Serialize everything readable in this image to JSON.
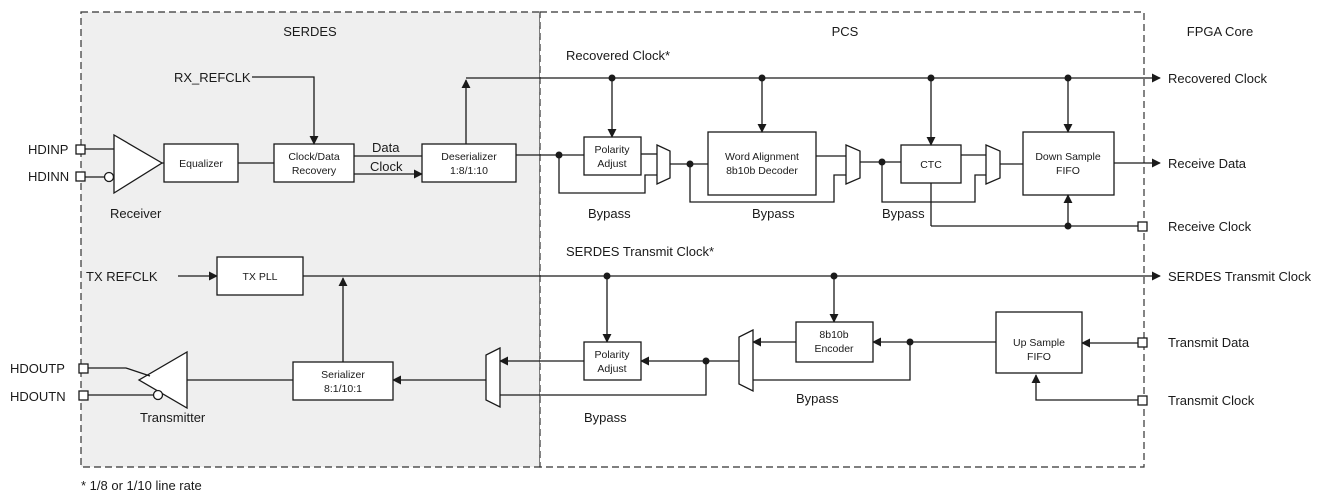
{
  "sections": {
    "serdes": "SERDES",
    "pcs": "PCS",
    "fpga_core": "FPGA Core"
  },
  "blocks": {
    "equalizer": "Equalizer",
    "cdr_line1": "Clock/Data",
    "cdr_line2": "Recovery",
    "deser_line1": "Deserializer",
    "deser_line2": "1:8/1:10",
    "rx_polarity_line1": "Polarity",
    "rx_polarity_line2": "Adjust",
    "word_align_line1": "Word Alignment",
    "word_align_line2": "8b10b Decoder",
    "ctc": "CTC",
    "down_sample_line1": "Down Sample",
    "down_sample_line2": "FIFO",
    "tx_pll": "TX PLL",
    "serializer_line1": "Serializer",
    "serializer_line2": "8:1/10:1",
    "tx_polarity_line1": "Polarity",
    "tx_polarity_line2": "Adjust",
    "encoder_line1": "8b10b",
    "encoder_line2": "Encoder",
    "up_sample_line1": "Up Sample",
    "up_sample_line2": "FIFO"
  },
  "labels": {
    "hdinp": "HDINP",
    "hdinn": "HDINN",
    "receiver": "Receiver",
    "rx_refclk": "RX_REFCLK",
    "data": "Data",
    "clock": "Clock",
    "recovered_clock_star": "Recovered Clock*",
    "bypass_1": "Bypass",
    "bypass_2": "Bypass",
    "bypass_3": "Bypass",
    "bypass_4": "Bypass",
    "bypass_5": "Bypass",
    "serdes_tx_clock_star": "SERDES Transmit Clock*",
    "tx_refclk": "TX REFCLK",
    "hdoutp": "HDOUTP",
    "hdoutn": "HDOUTN",
    "transmitter": "Transmitter",
    "footnote": "* 1/8 or 1/10 line rate"
  },
  "outputs": {
    "recovered_clock": "Recovered Clock",
    "receive_data": "Receive Data",
    "receive_clock": "Receive Clock",
    "serdes_transmit_clock": "SERDES Transmit Clock",
    "transmit_data": "Transmit Data",
    "transmit_clock": "Transmit Clock"
  }
}
